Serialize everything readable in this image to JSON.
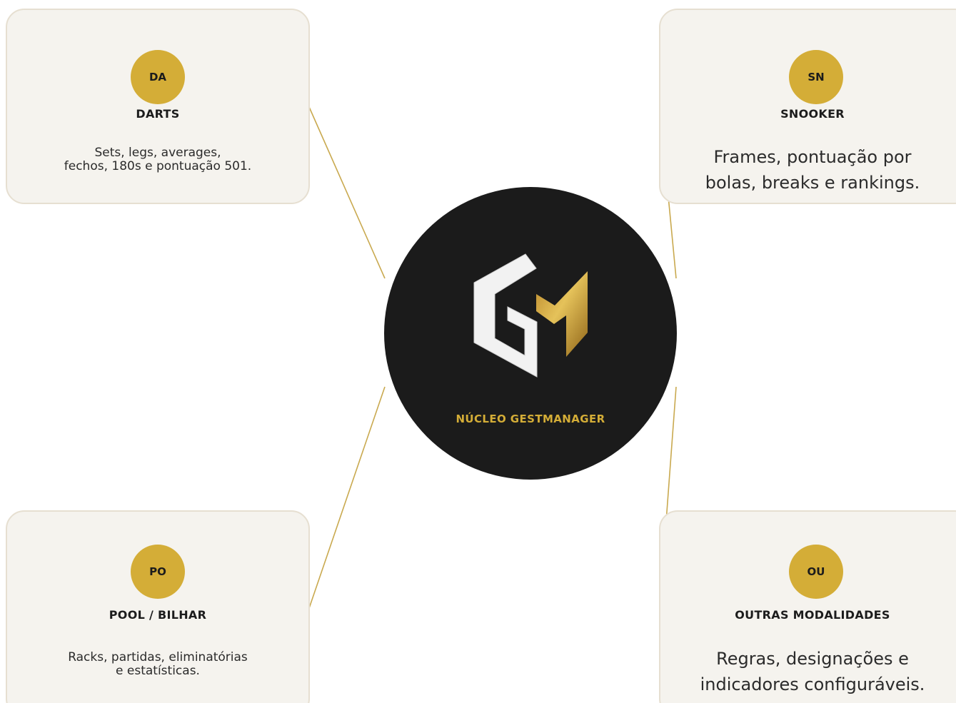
{
  "hub": {
    "label": "NÚCLEO GESTMANAGER",
    "logo_icon": "gm-logo"
  },
  "cards": {
    "darts": {
      "badge": "DA",
      "title": "DARTS",
      "description": "Sets, legs, averages,\nfechos, 180s e pontuação 501."
    },
    "snooker": {
      "badge": "SN",
      "title": "SNOOKER",
      "description": "Frames, pontuação por\nbolas, breaks e rankings."
    },
    "pool": {
      "badge": "PO",
      "title": "POOL / BILHAR",
      "description": "Racks, partidas, eliminatórias\ne estatísticas."
    },
    "outras": {
      "badge": "OU",
      "title": "OUTRAS MODALIDADES",
      "description": "Regras, designações e\nindicadores configuráveis."
    }
  },
  "colors": {
    "accent_gold": "#d4ad37",
    "hub_bg": "#1b1b1b",
    "card_bg": "#f5f3ee",
    "card_border": "#e6dfd1",
    "connector": "#c9a94f"
  }
}
